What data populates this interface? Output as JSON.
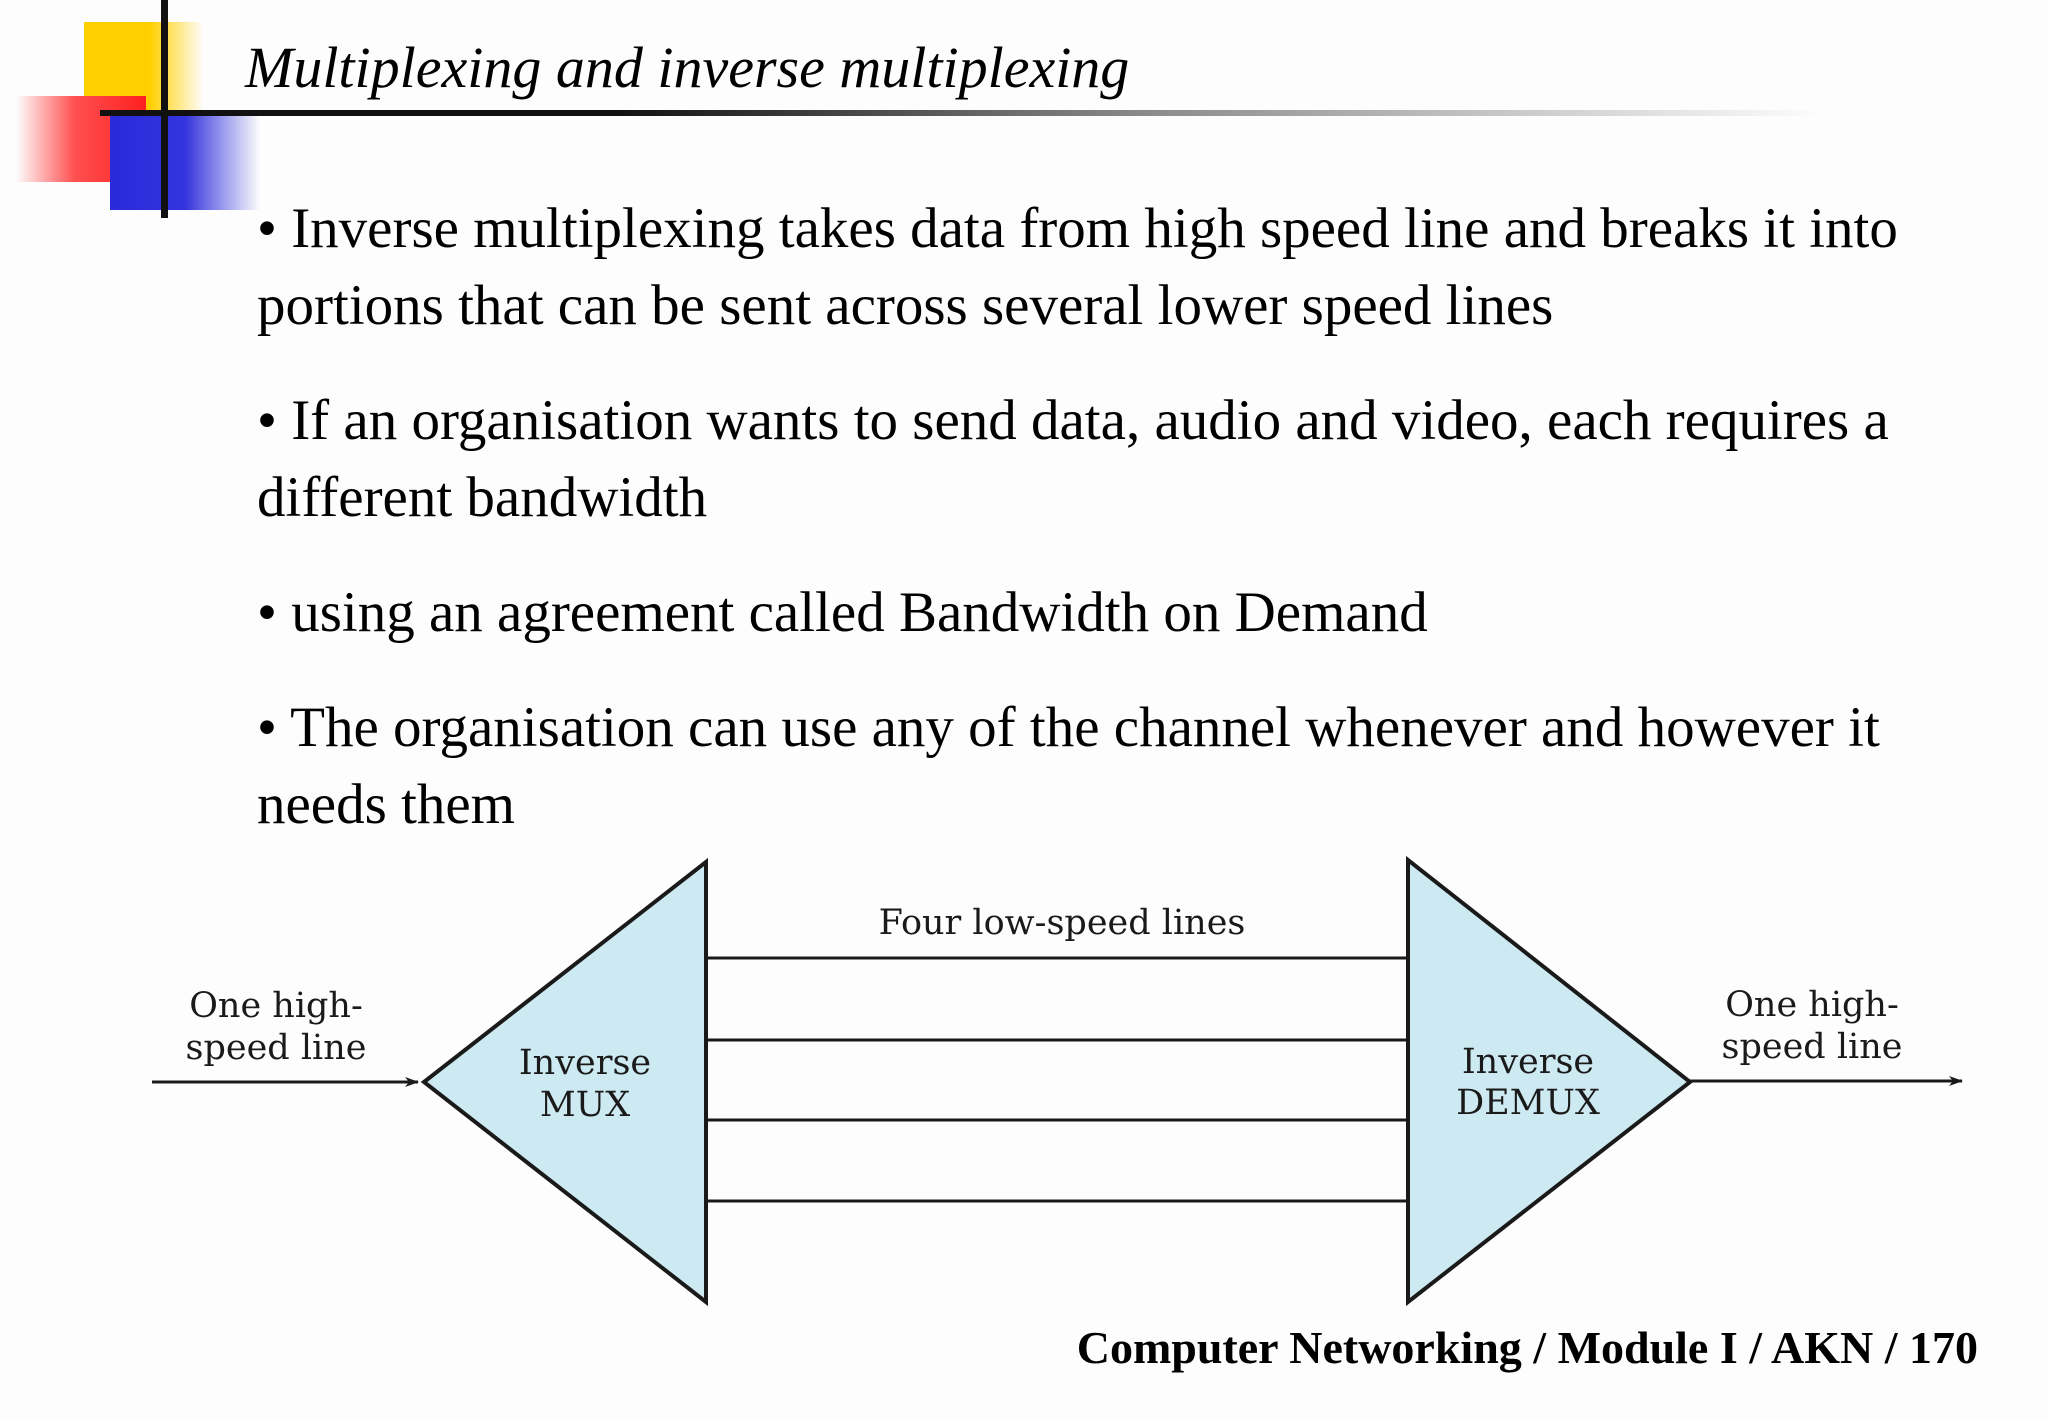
{
  "slide": {
    "title": "Multiplexing and inverse multiplexing",
    "bullets": [
      "•  Inverse multiplexing takes data from high speed line and breaks it into portions that can be sent across several lower speed lines",
      "•  If an organisation wants to send data, audio and video, each requires a different bandwidth",
      "• using an agreement called Bandwidth on Demand",
      "• The organisation can use any of the channel whenever and however it needs them"
    ],
    "footer": "Computer Networking / Module I / AKN / 170"
  },
  "diagram": {
    "lines_label": "Four low-speed lines",
    "left_line_label_1": "One high-",
    "left_line_label_2": "speed line",
    "mux_label_1": "Inverse",
    "mux_label_2": "MUX",
    "demux_label_1": "Inverse",
    "demux_label_2": "DEMUX",
    "right_line_label_1": "One high-",
    "right_line_label_2": "speed line",
    "fill_color": "#cdeaf2",
    "stroke_color": "#1a1a1a"
  }
}
